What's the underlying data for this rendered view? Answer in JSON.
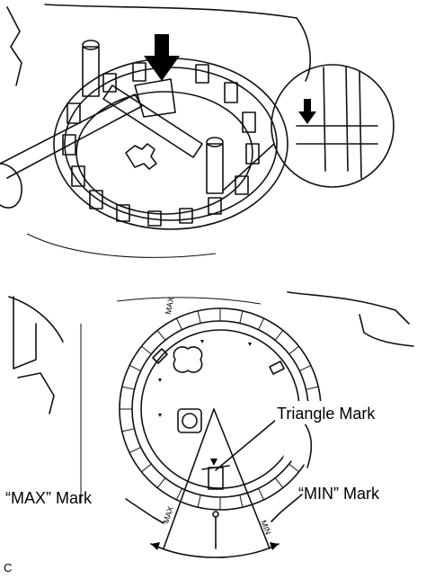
{
  "labels": {
    "triangle_mark": "Triangle Mark",
    "max_mark": "“MAX” Mark",
    "min_mark": "“MIN” Mark",
    "ring_max": "MAX",
    "ring_min": "MIN",
    "figure_code": "C"
  },
  "icons": {
    "press_arrow": "down-arrow-icon",
    "detail_arrow": "down-arrow-icon"
  }
}
